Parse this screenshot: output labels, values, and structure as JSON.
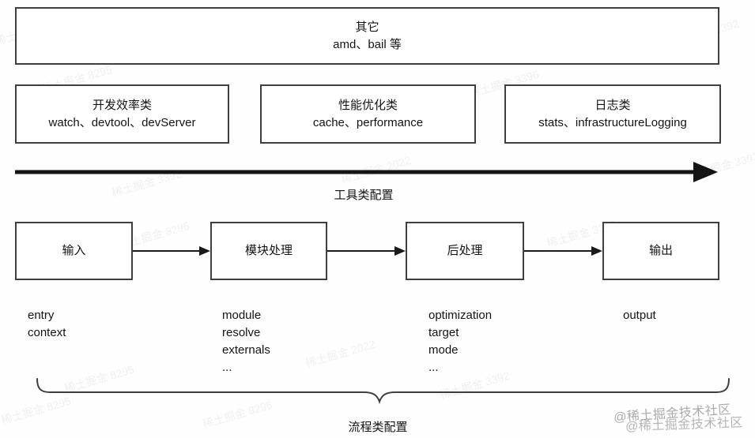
{
  "diagram": {
    "top_box": {
      "title": "其它",
      "subtitle": "amd、bail 等"
    },
    "category_boxes": [
      {
        "title": "开发效率类",
        "subtitle": "watch、devtool、devServer"
      },
      {
        "title": "性能优化类",
        "subtitle": "cache、performance"
      },
      {
        "title": "日志类",
        "subtitle": "stats、infrastructureLogging"
      }
    ],
    "tool_axis": {
      "label": "工具类配置"
    },
    "flow_nodes": [
      {
        "label": "输入",
        "details": "entry\ncontext"
      },
      {
        "label": "模块处理",
        "details": "module\nresolve\nexternals\n..."
      },
      {
        "label": "后处理",
        "details": "optimization\ntarget\nmode\n..."
      },
      {
        "label": "输出",
        "details": "output"
      }
    ],
    "flow_axis": {
      "label": "流程类配置"
    }
  },
  "colors": {
    "box_border": "#3f3f3f",
    "arrow": "#141414",
    "text": "#141414",
    "site_watermark": "#9c9c9c",
    "faint_watermark": "#a8968a",
    "background": "#fefefe"
  },
  "site_watermark": {
    "text": "@稀土掘金技术社区"
  },
  "faint_watermarks": [
    {
      "text": "稀土掘金 3392"
    },
    {
      "text": "稀土掘金 3392"
    },
    {
      "text": "稀土掘金 3392"
    },
    {
      "text": "稀土掘金 8295"
    },
    {
      "text": "稀土掘金 3396"
    },
    {
      "text": "稀土掘金 3392"
    },
    {
      "text": "稀土掘金 2022"
    },
    {
      "text": "稀土掘金 3392"
    },
    {
      "text": "稀土掘金 8295"
    },
    {
      "text": "稀土掘金 3396"
    },
    {
      "text": "稀土掘金 2022"
    },
    {
      "text": "稀土掘金 8295"
    },
    {
      "text": "稀土掘金 3392"
    },
    {
      "text": "稀土掘金 8295"
    },
    {
      "text": "稀土掘金 8295"
    }
  ]
}
